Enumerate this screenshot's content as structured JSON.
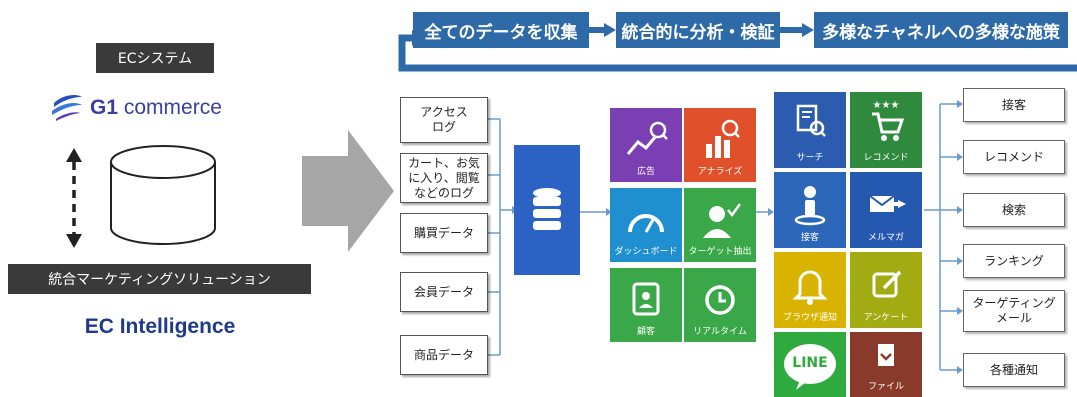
{
  "left": {
    "ec_system_label": "ECシステム",
    "g1_bold": "G1",
    "g1_rest": " commerce",
    "integrated_label": "統合マーケティングソリューション",
    "ec_intelligence": "EC Intelligence"
  },
  "flow": {
    "step1": "全てのデータを収集",
    "step2": "統合的に分析・検証",
    "step3": "多様なチャネルへの多様な施策"
  },
  "sources": [
    "アクセス\nログ",
    "カート、お気\nに入り、閲覧\nなどのログ",
    "購買データ",
    "会員データ",
    "商品データ"
  ],
  "analysis_tiles": [
    {
      "label": "広告",
      "color": "#7b3fb4",
      "icon": "ad-search-icon"
    },
    {
      "label": "アナライズ",
      "color": "#e0502b",
      "icon": "analyze-icon"
    },
    {
      "label": "ダッシュボード",
      "color": "#1f8fd0",
      "icon": "dashboard-gauge-icon"
    },
    {
      "label": "ターゲット抽出",
      "color": "#3aa748",
      "icon": "target-person-icon"
    },
    {
      "label": "顧客",
      "color": "#3aa748",
      "icon": "contact-book-icon"
    },
    {
      "label": "リアルタイム",
      "color": "#3aa748",
      "icon": "clock-icon"
    }
  ],
  "channel_tiles": [
    {
      "label": "サーチ",
      "color": "#2b5cb0",
      "icon": "search-doc-icon"
    },
    {
      "label": "レコメンド",
      "color": "#2f8a3e",
      "icon": "cart-stars-icon"
    },
    {
      "label": "接客",
      "color": "#2b66b8",
      "icon": "person-pin-icon"
    },
    {
      "label": "メルマガ",
      "color": "#2559b0",
      "icon": "mail-send-icon"
    },
    {
      "label": "ブラウザ通知",
      "color": "#d8b400",
      "icon": "bell-icon"
    },
    {
      "label": "アンケート",
      "color": "#a3ab12",
      "icon": "edit-icon"
    },
    {
      "label": "",
      "color": "#2eaa3e",
      "icon": "line-logo-icon",
      "line_text": "LINE"
    },
    {
      "label": "ファイル",
      "color": "#8a3a2a",
      "icon": "file-download-icon"
    }
  ],
  "outputs": [
    "接客",
    "レコメンド",
    "検索",
    "ランキング",
    "ターゲティング\nメール",
    "各種通知"
  ],
  "colors": {
    "flow": "#2e6aa8",
    "db": "#2c62c4",
    "connector": "#6a9bcf",
    "big_arrow": "#a6a6a6"
  }
}
